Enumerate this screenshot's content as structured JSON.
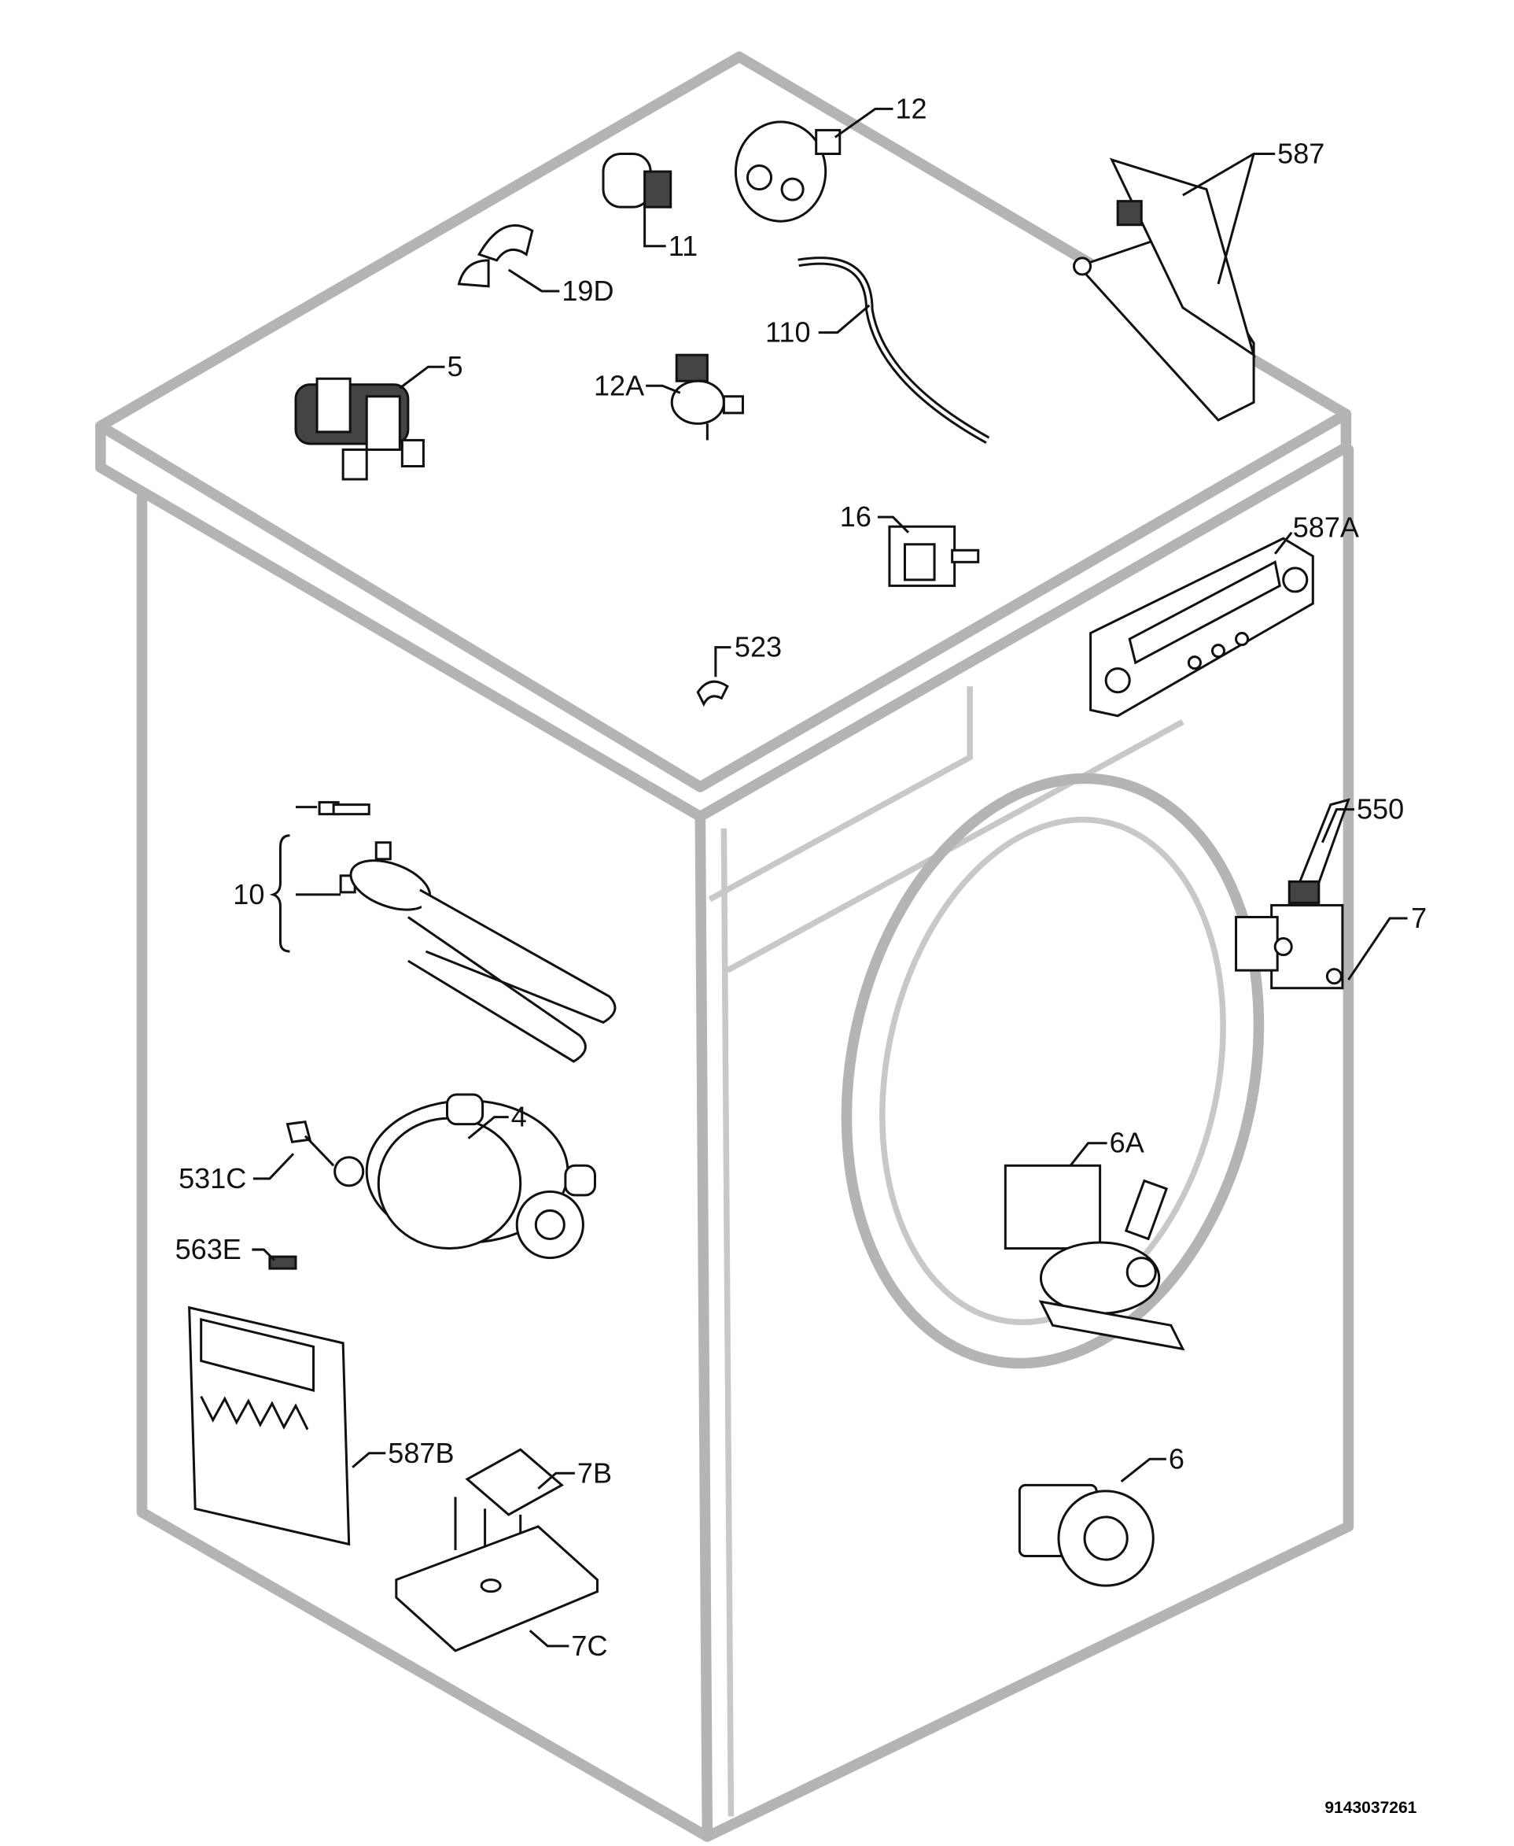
{
  "diagram": {
    "labels": {
      "p12": "12",
      "p587": "587",
      "p11": "11",
      "p19d": "19D",
      "p110": "110",
      "p5": "5",
      "p12a": "12A",
      "p16": "16",
      "p587a": "587A",
      "p523": "523",
      "p550": "550",
      "p10": "10",
      "p7": "7",
      "p4": "4",
      "p531c": "531C",
      "p6a": "6A",
      "p563e": "563E",
      "p587b": "587B",
      "p7b": "7B",
      "p6": "6",
      "p7c": "7C"
    },
    "drawing_code": "9143037261"
  }
}
